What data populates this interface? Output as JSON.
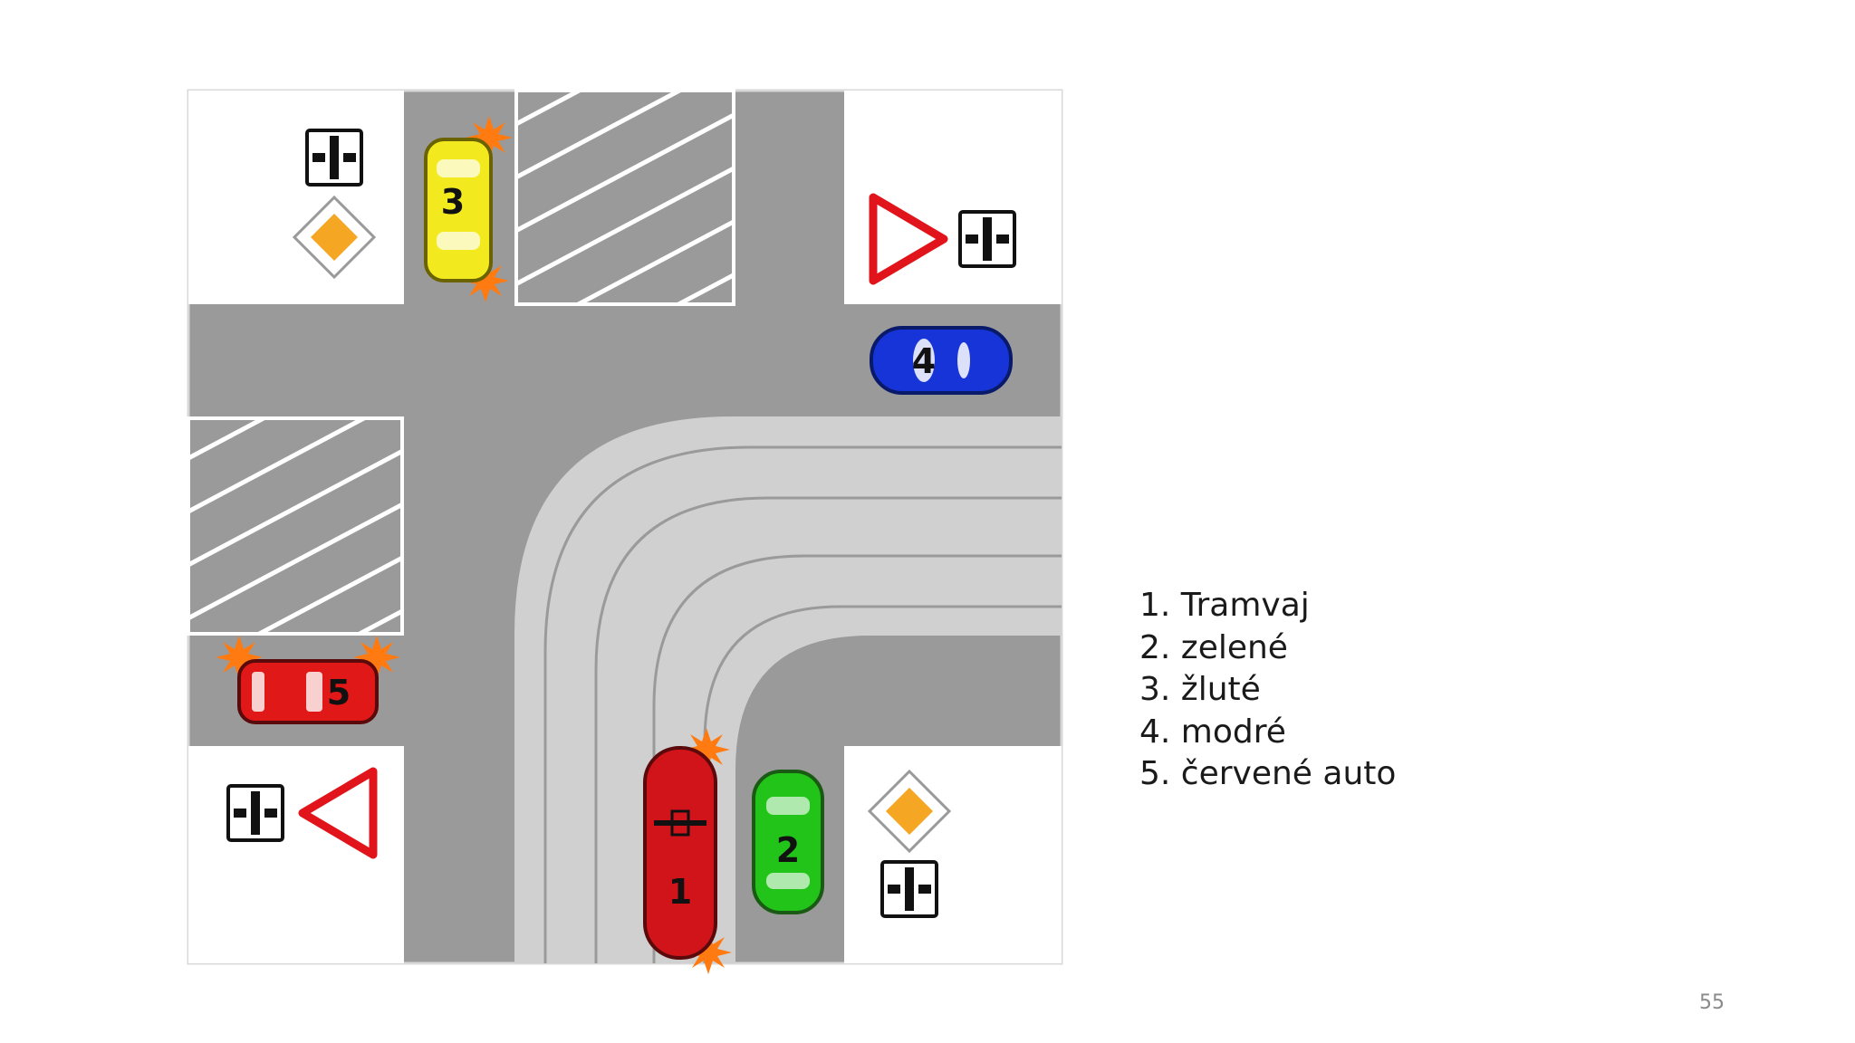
{
  "vehicles": [
    {
      "number": "1",
      "color": "#d0141a"
    },
    {
      "number": "2",
      "color": "#22c41a"
    },
    {
      "number": "3",
      "color": "#f2ea1e"
    },
    {
      "number": "4",
      "color": "#1734d8"
    },
    {
      "number": "5",
      "color": "#e01818"
    }
  ],
  "legend": {
    "items": [
      "1. Tramvaj",
      "2. zelené",
      "3. žluté",
      "4. modré",
      "5. červené auto"
    ]
  },
  "slide_number": "55",
  "colors": {
    "road": "#9a9a9a",
    "tram_track_area": "#d0d0d0",
    "yield_sign_red": "#e0141a",
    "priority_sign_yellow": "#f5a623"
  },
  "signs": [
    "priority-road-sign",
    "crossroad-sign",
    "yield-sign"
  ]
}
